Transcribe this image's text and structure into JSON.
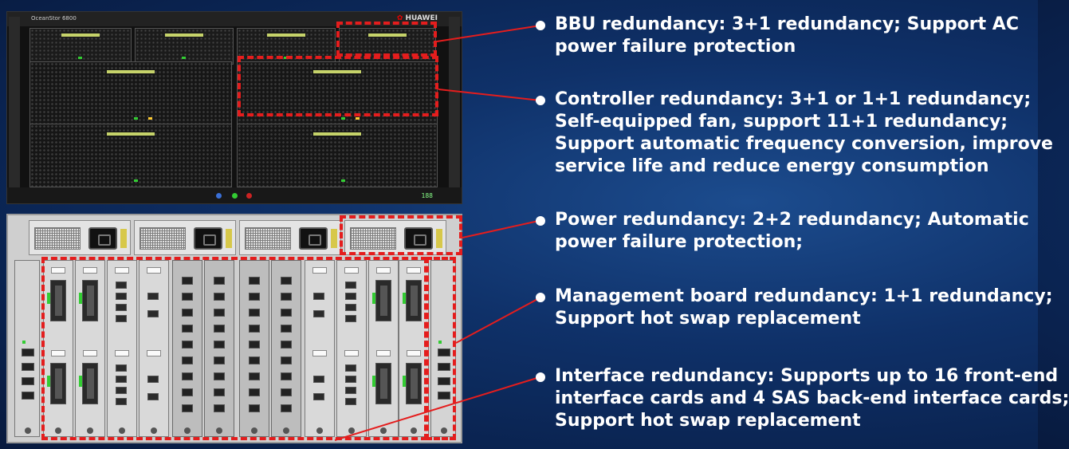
{
  "front_panel": {
    "model_label": "OceanStor 6800",
    "brand": "HUAWEI",
    "display": "188"
  },
  "bullets": [
    {
      "lines": [
        "BBU redundancy: 3+1 redundancy; Support AC",
        "power failure protection"
      ]
    },
    {
      "lines": [
        "Controller redundancy: 3+1 or 1+1 redundancy;",
        "Self-equipped fan, support 11+1 redundancy;",
        "Support automatic frequency conversion, improve",
        "service life and reduce energy consumption"
      ]
    },
    {
      "lines": [
        "Power redundancy: 2+2 redundancy; Automatic",
        "power failure protection;"
      ]
    },
    {
      "lines": [
        "Management board redundancy: 1+1 redundancy;",
        "Support hot swap replacement"
      ]
    },
    {
      "lines": [
        "Interface redundancy: Supports up to 16 front-end",
        "interface cards and 4 SAS back-end interface cards;",
        "Support hot swap replacement"
      ]
    }
  ],
  "colors": {
    "highlight": "#e41d1d",
    "background": "#0f3169",
    "text": "#ffffff"
  }
}
